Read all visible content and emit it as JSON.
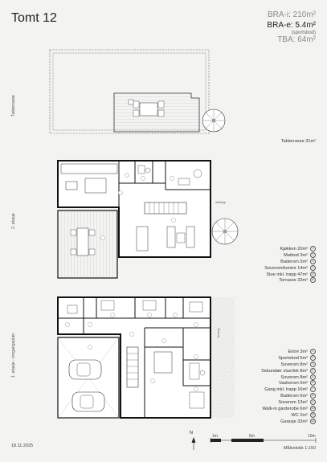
{
  "header": {
    "title": "Tomt 12",
    "bra_i": "BRA-i: 210m²",
    "bra_e": "BRA-e: 5.4m²",
    "bra_e_note": "(sportsbod)",
    "tba": "TBA: 64m²"
  },
  "floors": {
    "roof_label": "Takterrasse",
    "second_label": "2. etasje",
    "first_label": "1. etasje - inngangsplan",
    "ground_label": "terreng",
    "stair_label": "utetrapp"
  },
  "roof_legend": "Takterrasse 31m²",
  "second_legend": [
    {
      "label": "Kjøkken 20m²",
      "num": "1"
    },
    {
      "label": "Matbod 3m²",
      "num": "2"
    },
    {
      "label": "Baderom 5m²",
      "num": "3"
    },
    {
      "label": "Soverom/kontor 14m²",
      "num": "4"
    },
    {
      "label": "Stue inkl. trapp 47m²",
      "num": "5"
    },
    {
      "label": "Terrasse 33m²",
      "num": "6"
    }
  ],
  "first_legend": [
    {
      "label": "Entré 3m²",
      "num": "1"
    },
    {
      "label": "Sportsbod 5m²",
      "num": "2"
    },
    {
      "label": "Soverom 8m²",
      "num": "3"
    },
    {
      "label": "Sekundær stue/lek 8m²",
      "num": "4"
    },
    {
      "label": "Soverom 8m²",
      "num": "5"
    },
    {
      "label": "Vaskerom 6m²",
      "num": "6"
    },
    {
      "label": "Gang inkl. trapp 16m²",
      "num": "7"
    },
    {
      "label": "Baderom 6m²",
      "num": "8"
    },
    {
      "label": "Soverom 13m²",
      "num": "9"
    },
    {
      "label": "Walk-in garderobe 6m²",
      "num": "10"
    },
    {
      "label": "WC 2m²",
      "num": "11"
    },
    {
      "label": "Garasje 33m²",
      "num": "12"
    }
  ],
  "footer": {
    "date": "18.11.2025",
    "scale": "Målestokk 1:150",
    "scale_marks": [
      "1m",
      "5m",
      "10m"
    ],
    "north": "N"
  },
  "icons": [
    "north-arrow-icon",
    "spiral-stair-icon",
    "car-icon"
  ]
}
